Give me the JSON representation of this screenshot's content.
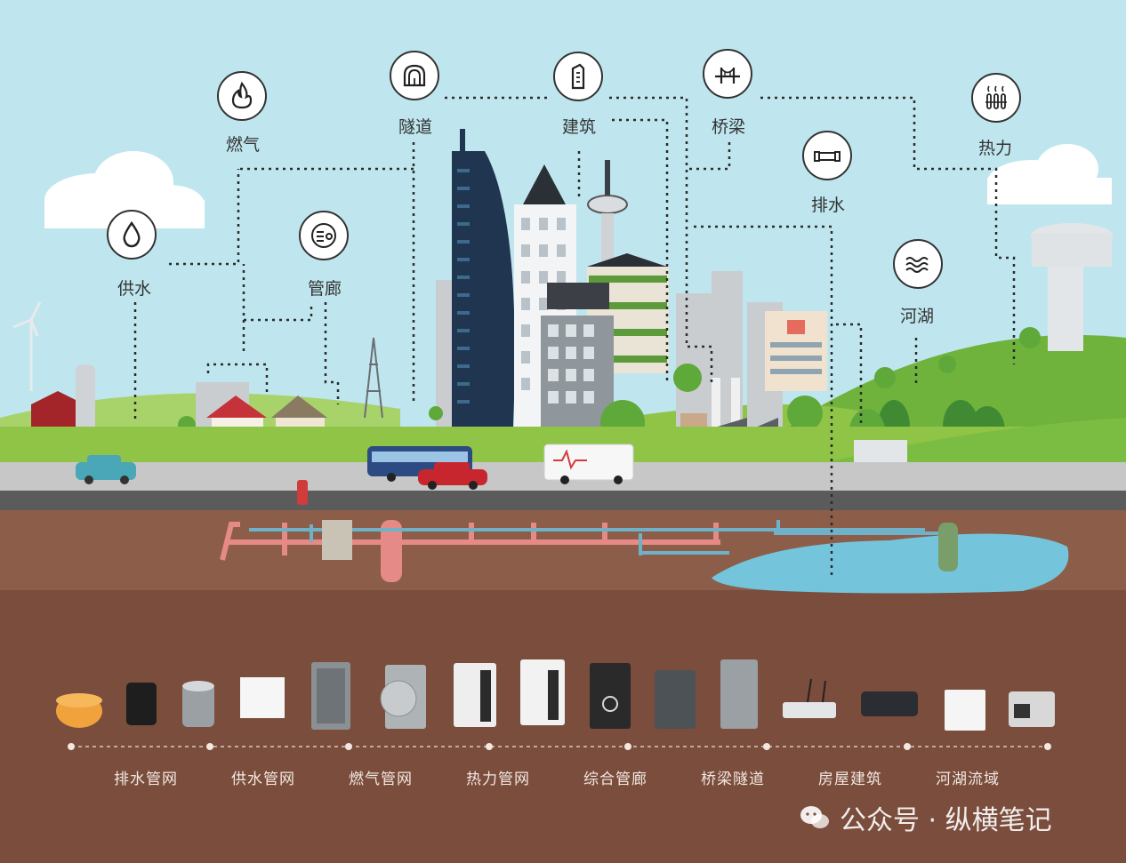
{
  "categories": [
    {
      "label": "供水",
      "icon": "water-drop-icon"
    },
    {
      "label": "燃气",
      "icon": "flame-icon"
    },
    {
      "label": "管廊",
      "icon": "utility-tunnel-icon"
    },
    {
      "label": "隧道",
      "icon": "tunnel-icon"
    },
    {
      "label": "建筑",
      "icon": "building-icon"
    },
    {
      "label": "桥梁",
      "icon": "bridge-icon"
    },
    {
      "label": "排水",
      "icon": "drain-pipe-icon"
    },
    {
      "label": "河湖",
      "icon": "waves-icon"
    },
    {
      "label": "热力",
      "icon": "heat-icon"
    }
  ],
  "bottom_categories": [
    "排水管网",
    "供水管网",
    "燃气管网",
    "热力管网",
    "综合管廊",
    "桥梁隧道",
    "房屋建筑",
    "河湖流域"
  ],
  "watermark": "公众号 · 纵横笔记",
  "colors": {
    "sky": "#bfe6ee",
    "grass": "#8fc446",
    "road": "#c7c7c7",
    "soil": "#8c5d48",
    "soil_dark": "#7a4d3d",
    "water_pipe": "#6fb1c8",
    "gas_pipe": "#e58a86",
    "lake": "#74c4dc"
  }
}
